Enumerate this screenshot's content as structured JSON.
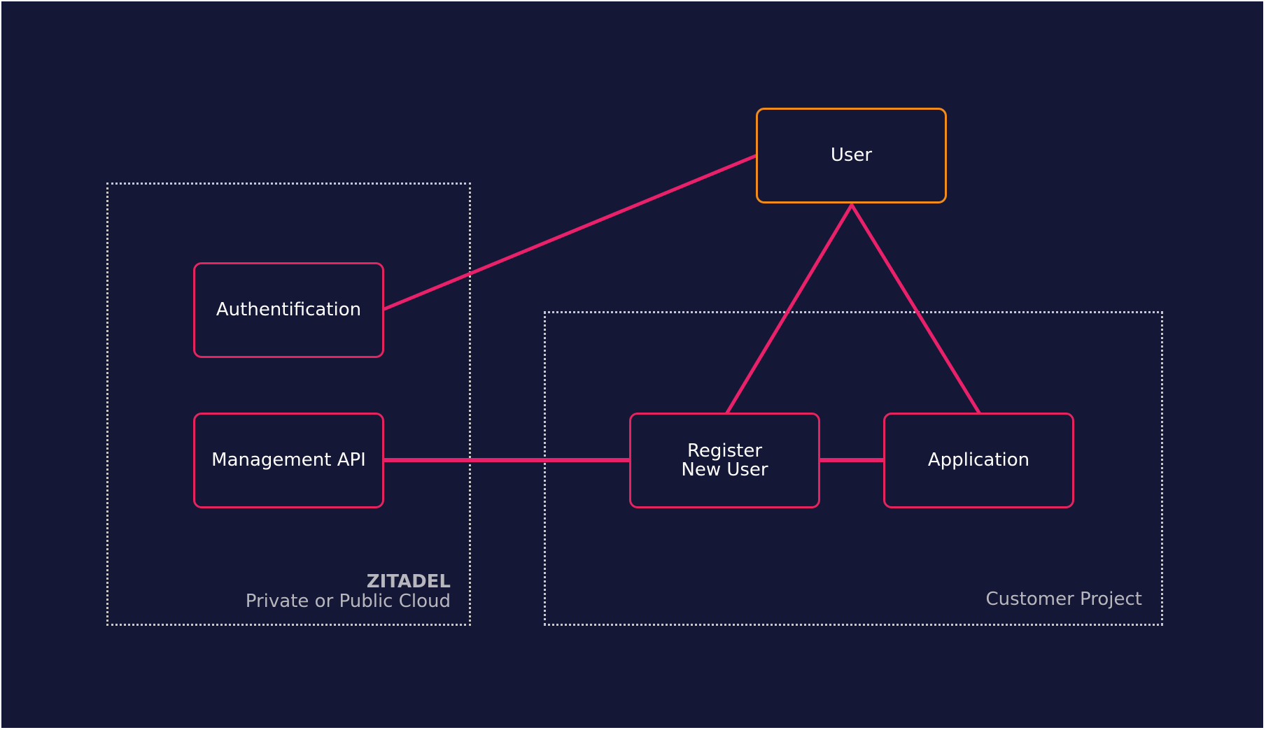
{
  "colors": {
    "background": "#141735",
    "node_border": "#e5245f",
    "highlight_border": "#f18b1c",
    "connector": "#e8216a",
    "group_border": "#c9c9cc",
    "caption_text": "#b7b7bd",
    "node_text": "#ffffff"
  },
  "groups": {
    "zitadel": {
      "name": "ZITADEL",
      "subtitle": "Private or Public Cloud"
    },
    "customer": {
      "name": "Customer Project"
    }
  },
  "nodes": {
    "user": {
      "label": "User"
    },
    "authentification": {
      "label": "Authentification"
    },
    "management_api": {
      "label": "Management API"
    },
    "register_new_user": {
      "line1": "Register",
      "line2": "New User"
    },
    "application": {
      "label": "Application"
    }
  },
  "connections": [
    {
      "from": "Authentification",
      "to": "User"
    },
    {
      "from": "User",
      "to": "Register New User"
    },
    {
      "from": "User",
      "to": "Application"
    },
    {
      "from": "Management API",
      "to": "Register New User"
    },
    {
      "from": "Register New User",
      "to": "Application"
    }
  ]
}
